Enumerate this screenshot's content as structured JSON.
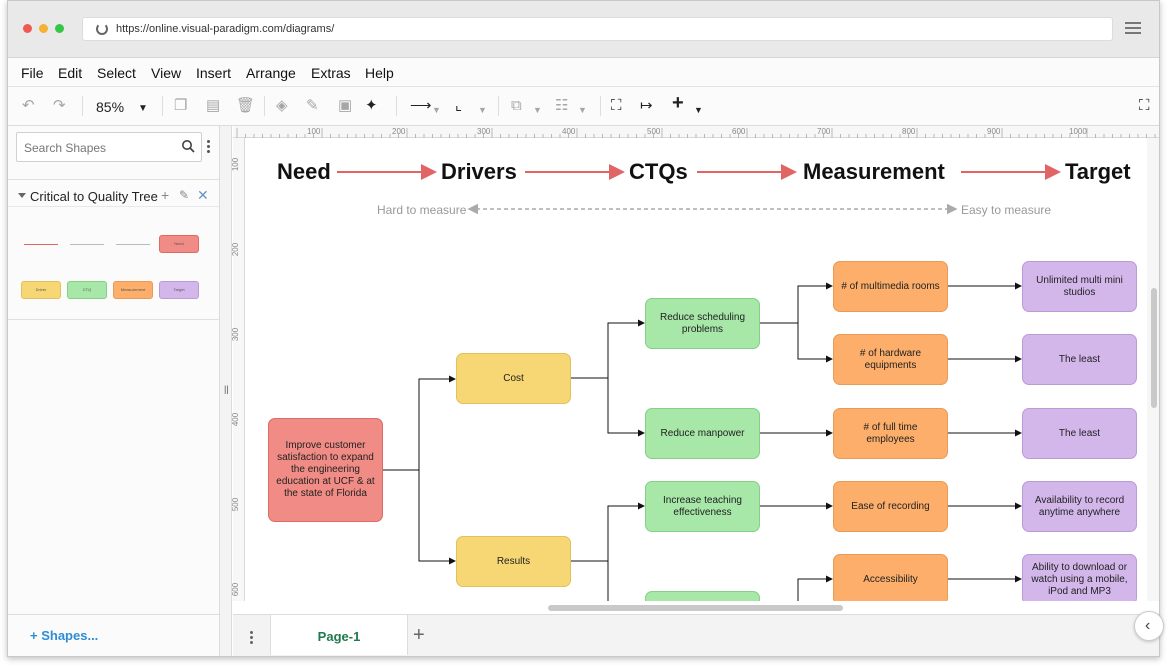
{
  "browser": {
    "url": "https://online.visual-paradigm.com/diagrams/",
    "dot_colors": [
      "#ee5a52",
      "#f5b12f",
      "#33c748"
    ]
  },
  "menu": [
    "File",
    "Edit",
    "Select",
    "View",
    "Insert",
    "Arrange",
    "Extras",
    "Help"
  ],
  "toolbar": {
    "zoom": "85%"
  },
  "sidebar": {
    "search_placeholder": "Search Shapes",
    "library_title": "Critical to Quality Tree",
    "swatch_labels": [
      "Need",
      "Driver",
      "CTQ",
      "Measurement",
      "Target"
    ],
    "add_shapes": "Shapes..."
  },
  "ruler": {
    "top_ticks": [
      "100",
      "200",
      "300",
      "400",
      "500",
      "600",
      "700",
      "800",
      "900",
      "1000"
    ],
    "left_ticks": [
      "100",
      "200",
      "300",
      "400",
      "500",
      "600"
    ]
  },
  "pages": {
    "current": "Page-1"
  },
  "diagram": {
    "headers": [
      "Need",
      "Drivers",
      "CTQs",
      "Measurement",
      "Target"
    ],
    "scale_left": "Hard to measure",
    "scale_right": "Easy to measure",
    "need": "Improve customer satisfaction to expand the engineering education at UCF & at the state of Florida",
    "drivers": [
      "Cost",
      "Results"
    ],
    "ctqs": [
      "Reduce scheduling problems",
      "Reduce manpower",
      "Increase teaching effectiveness"
    ],
    "measurements": [
      "# of multimedia rooms",
      "# of hardware equipments",
      "# of full time employees",
      "Ease of recording",
      "Accessibility"
    ],
    "targets": [
      "Unlimited multi mini studios",
      "The least",
      "The least",
      "Availability to record anytime anywhere",
      "Ability to download or watch using a mobile, iPod and MP3"
    ],
    "colors": {
      "arrow_red": "#e06666",
      "need": "#f08c85",
      "driver": "#f7d774",
      "ctq": "#a7e7a8",
      "measurement": "#fcae6a",
      "target": "#d3b7ea"
    }
  }
}
